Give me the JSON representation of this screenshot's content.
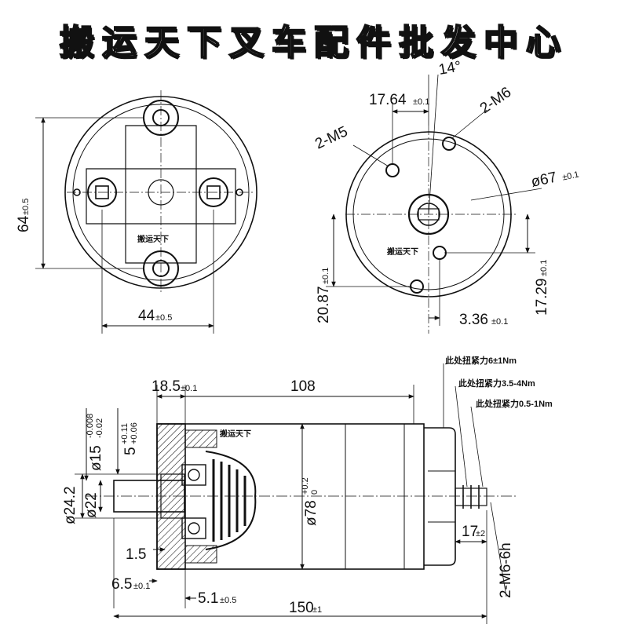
{
  "header": {
    "title": "搬运天下叉车配件批发中心"
  },
  "watermarks": [
    "搬运天下",
    "搬运天下",
    "搬运天下"
  ],
  "left_view": {
    "height_dim": "64",
    "height_tol": "±0.5",
    "width_dim": "44",
    "width_tol": "±0.5"
  },
  "right_view": {
    "angle": "14°",
    "offset_dim": "17.64",
    "offset_tol": "±0.1",
    "thread_a": "2-M6",
    "thread_b": "2-M5",
    "diameter": "ø67",
    "diameter_tol": "±0.1",
    "left_dim": "20.87",
    "left_tol": "±0.1",
    "right_dim": "17.29",
    "right_tol": "±0.1",
    "bottom_dim": "3.36",
    "bottom_tol": "±0.1"
  },
  "side_view": {
    "flange_dim": "18.5",
    "flange_tol": "±0.1",
    "length_dim": "108",
    "shaft_dia": "ø15",
    "shaft_tol_up": "-0.008",
    "shaft_tol_lo": "-0.02",
    "key_dim": "5",
    "key_tol_up": "+0.11",
    "key_tol_lo": "+0.06",
    "pilot_a": "ø24.2",
    "pilot_b": "ø22",
    "step_dim": "1.5",
    "step2_dim": "6.5",
    "step2_tol": "±0.1",
    "body_dia": "ø78",
    "body_tol_up": "+0.2",
    "body_tol_lo": "0",
    "terminal_dim": "17",
    "terminal_tol": "±2",
    "inner_dim": "5.1",
    "inner_tol": "±0.5",
    "total_dim": "150",
    "total_tol": "±1",
    "terminal_thread": "2-M6-6h",
    "torque_1": "此处扭紧力6±1Nm",
    "torque_2": "此处扭紧力3.5-4Nm",
    "torque_3": "此处扭紧力0.5-1Nm"
  }
}
